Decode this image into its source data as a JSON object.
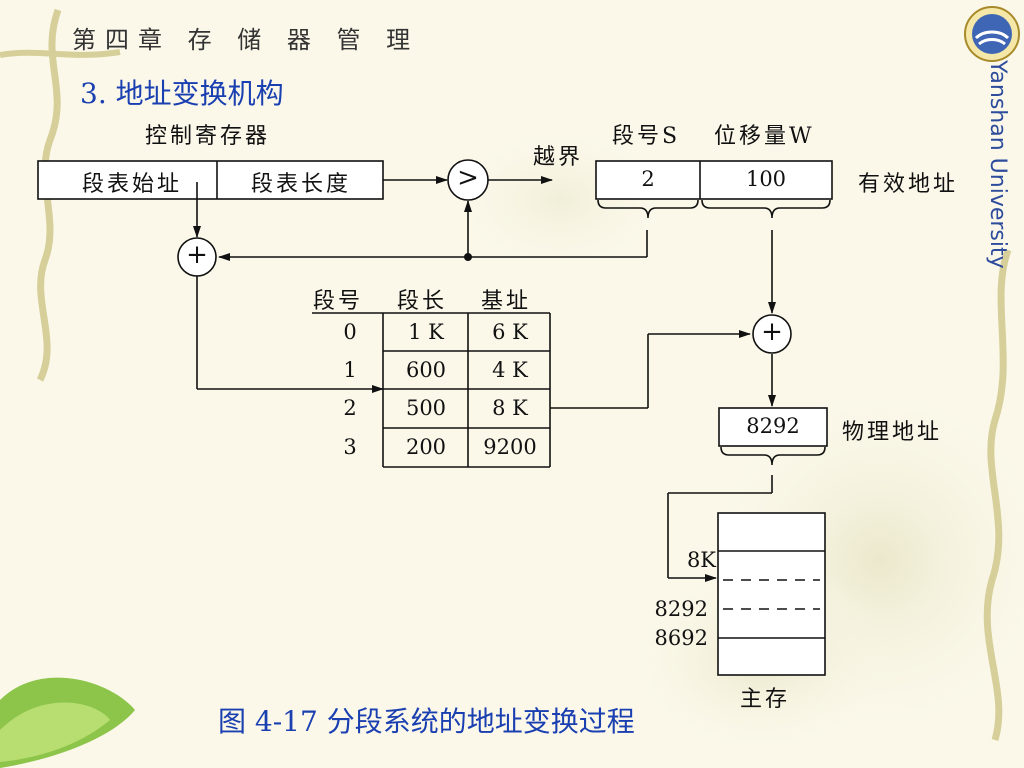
{
  "header": {
    "chapter": "第四章 存 储 器 管 理",
    "section": "3. 地址变换机构",
    "university": "Yanshan University"
  },
  "control_register": {
    "title": "控制寄存器",
    "cells": [
      "段表始址",
      "段表长度"
    ]
  },
  "compare": {
    "symbol": ">",
    "label": "越界"
  },
  "adders": [
    "+",
    "+"
  ],
  "logical_address": {
    "headers": [
      "段号S",
      "位移量W"
    ],
    "values": [
      "2",
      "100"
    ],
    "label": "有效地址"
  },
  "segment_table": {
    "headers": [
      "段号",
      "段长",
      "基址"
    ],
    "rows": [
      [
        "0",
        "1 K",
        "6 K"
      ],
      [
        "1",
        "600",
        "4 K"
      ],
      [
        "2",
        "500",
        "8 K"
      ],
      [
        "3",
        "200",
        "9200"
      ]
    ]
  },
  "physical_address": {
    "value": "8292",
    "label": "物理地址"
  },
  "memory": {
    "labels": [
      "8K",
      "8292",
      "8692"
    ],
    "title": "主存"
  },
  "caption": "图 4-17 分段系统的地址变换过程",
  "colors": {
    "accent_blue": "#1a3fb0",
    "university_blue": "#2d4c9c",
    "background": "#fbf8ea"
  }
}
